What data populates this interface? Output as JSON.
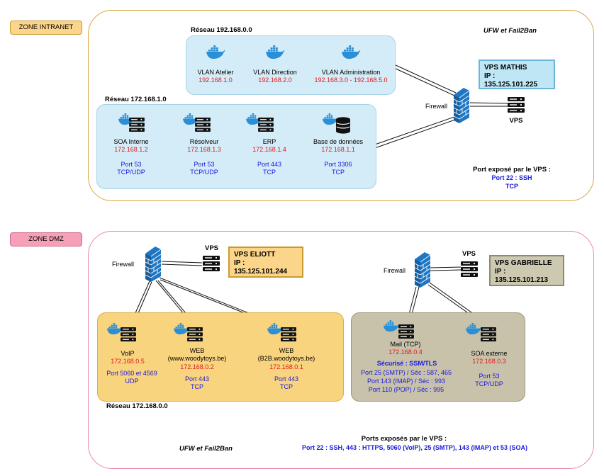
{
  "zones": {
    "intranet": {
      "label": "ZONE INTRANET",
      "security": "UFW et Fail2Ban",
      "network_vlans": {
        "title": "Réseau 192.168.0.0",
        "items": [
          {
            "name": "VLAN Atelier",
            "ip": "192.168.1.0"
          },
          {
            "name": "VLAN Direction",
            "ip": "192.168.2.0"
          },
          {
            "name": "VLAN Administration",
            "ip": "192.168.3.0 - 192.168.5.0"
          }
        ]
      },
      "network_servers": {
        "title": "Réseau 172.168.1.0",
        "items": [
          {
            "name": "SOA Interne",
            "ip": "172.168.1.2",
            "port": "Port 53",
            "proto": "TCP/UDP"
          },
          {
            "name": "Résolveur",
            "ip": "172.168.1.3",
            "port": "Port 53",
            "proto": "TCP/UDP"
          },
          {
            "name": "ERP",
            "ip": "172.168.1.4",
            "port": "Port 443",
            "proto": "TCP"
          },
          {
            "name": "Base de données",
            "ip": "172.168.1.1",
            "port": "Port 3306",
            "proto": "TCP"
          }
        ]
      },
      "firewall": "Firewall",
      "vps": {
        "label": "VPS",
        "name": "VPS MATHIS",
        "ip": "IP : 135.125.101.225"
      },
      "exposed": {
        "title": "Port exposé par le VPS :",
        "port": "Port 22 : SSH",
        "proto": "TCP"
      }
    },
    "dmz": {
      "label": "ZONE DMZ",
      "security": "UFW et Fail2Ban",
      "left": {
        "firewall": "Firewall",
        "vps": {
          "label": "VPS",
          "name": "VPS ELIOTT",
          "ip": "IP : 135.125.101.244"
        },
        "network": "Réseau 172.168.0.0",
        "servers": [
          {
            "name": "VoIP",
            "ip": "172.168.0.5",
            "port": "Port 5060 et 4569",
            "proto": "UDP"
          },
          {
            "name": "WEB",
            "sub": "(www.woodytoys.be)",
            "ip": "172.168.0.2",
            "port": "Port 443",
            "proto": "TCP"
          },
          {
            "name": "WEB",
            "sub": "(B2B.woodytoys.be)",
            "ip": "172.168.0.1",
            "port": "Port 443",
            "proto": "TCP"
          }
        ]
      },
      "right": {
        "firewall": "Firewall",
        "vps": {
          "label": "VPS",
          "name": "VPS GABRIELLE",
          "ip": "IP : 135.125.101.213"
        },
        "mail": {
          "name": "Mail (TCP)",
          "ip": "172.168.0.4",
          "secure": "Sécurisé : SSM/TLS",
          "ports": [
            "Port 25 (SMTP) / Séc : 587, 465",
            "Port 143 (IMAP) / Séc : 993",
            "Port 110 (POP) / Séc : 995"
          ]
        },
        "soa": {
          "name": "SOA externe",
          "ip": "172.168.0.3",
          "port": "Port 53",
          "proto": "TCP/UDP"
        }
      },
      "exposed": {
        "title": "Ports exposés par le VPS :",
        "ports": "Port 22 : SSH, 443 : HTTPS, 5060 (VoIP), 25 (SMTP), 143 (IMAP) et 53 (SOA)"
      }
    }
  },
  "colors": {
    "intranet_border": "#d6a73e",
    "dmz_border": "#e88aa8",
    "intranet_tag": "#fbd58a",
    "dmz_tag": "#f5a0b8",
    "net_blue": "#d3ecf8",
    "net_orange": "#f9d47f",
    "net_gray": "#c8c2aa",
    "vps_mathis": "#bfe6f5",
    "vps_eliott": "#fbd58a",
    "vps_gabrielle": "#cdc8b0",
    "docker": "#2a8fd6",
    "ip_red": "#e0191b",
    "port_blue": "#1a1adb"
  },
  "icons": [
    "docker-icon",
    "server-icon",
    "database-icon",
    "firewall-icon"
  ]
}
